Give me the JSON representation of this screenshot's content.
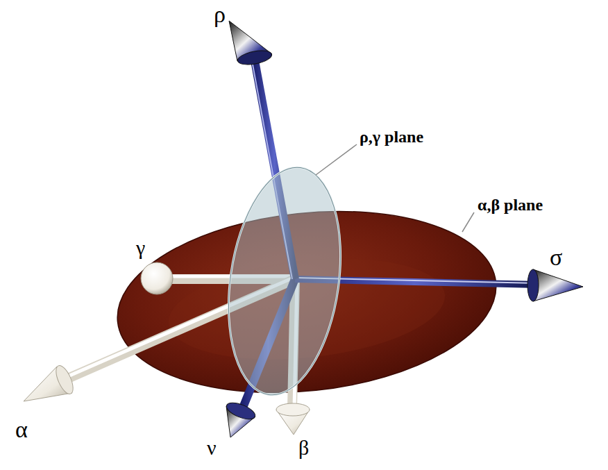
{
  "diagram": {
    "labels": [
      "ρ",
      "ρ,γ plane",
      "α,β plane",
      "γ",
      "σ",
      "α",
      "ν",
      "β"
    ]
  }
}
